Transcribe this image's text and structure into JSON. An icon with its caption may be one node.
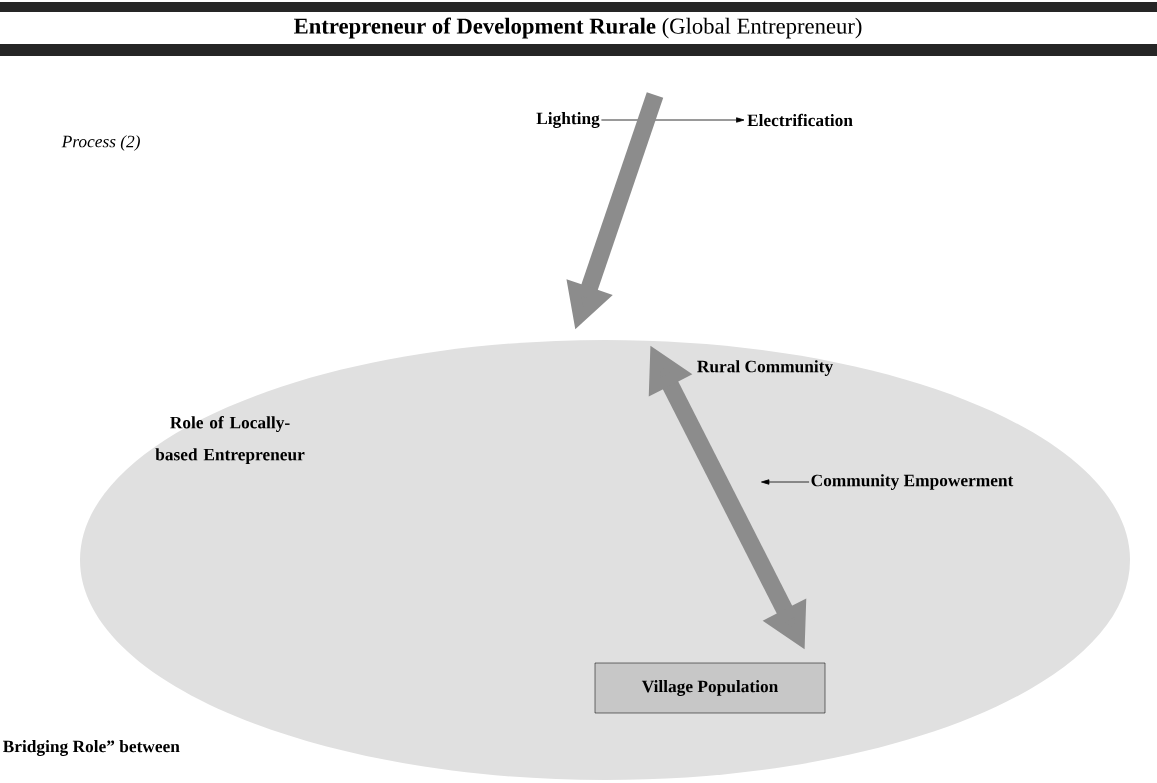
{
  "diagram": {
    "title": "**Entrepreneur of Development Rurale** (Global Entrepreneur)",
    "nodes": [
      {
        "text": [
          "Rural Community",
          "Role of Locally-based Entrepreneur"
        ]
      },
      {
        "text": [
          "Village Population"
        ],
        "in": 0
      },
      {
        "text": [
          "Lighting"
        ]
      },
      {
        "text": [
          "Electrification"
        ]
      },
      {
        "text": [
          "Community Empowerment"
        ],
        "in": 0
      }
    ],
    "edges": [
      {
        "from": 2,
        "to": 3,
        "arrow": "to",
        "color": "#000000"
      },
      {
        "from": null,
        "to": 0,
        "arrow": "to",
        "style": "thick",
        "color": "#8c8c8c"
      },
      {
        "from": 0,
        "to": 1,
        "arrow": "both",
        "style": "thick",
        "color": "#8c8c8c"
      },
      {
        "from": 4,
        "to": null,
        "arrow": "to",
        "color": "#000000"
      }
    ],
    "labels": [
      "Process (2)",
      "Bridging Role” between"
    ]
  }
}
